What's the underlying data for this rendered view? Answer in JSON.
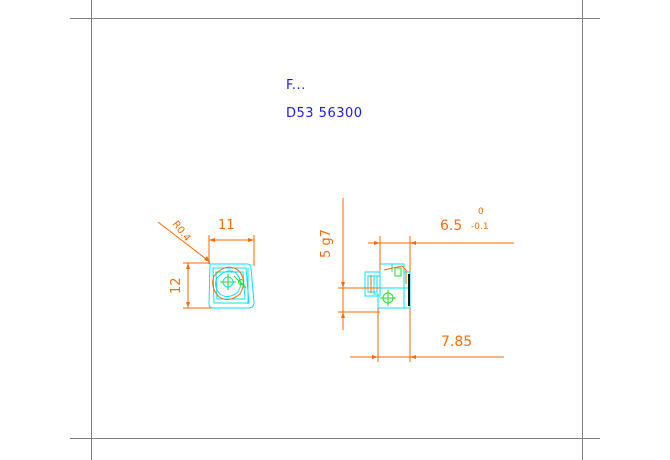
{
  "title_block": {
    "line1": "F...",
    "line2": "D53  56300"
  },
  "front_view": {
    "width_dim": "11",
    "height_dim": "12",
    "radius_dim": "R0.4"
  },
  "side_view": {
    "thickness_dim": "5 g7",
    "length_dim": "6.5",
    "tol_upper": "0",
    "tol_lower": "-0.1",
    "offset_dim": "7.85"
  },
  "colors": {
    "frame": "#808080",
    "dimension": "#ff6a00",
    "outline": "#00e5ff",
    "detail": "#22dd22",
    "title": "#1a1aff"
  }
}
